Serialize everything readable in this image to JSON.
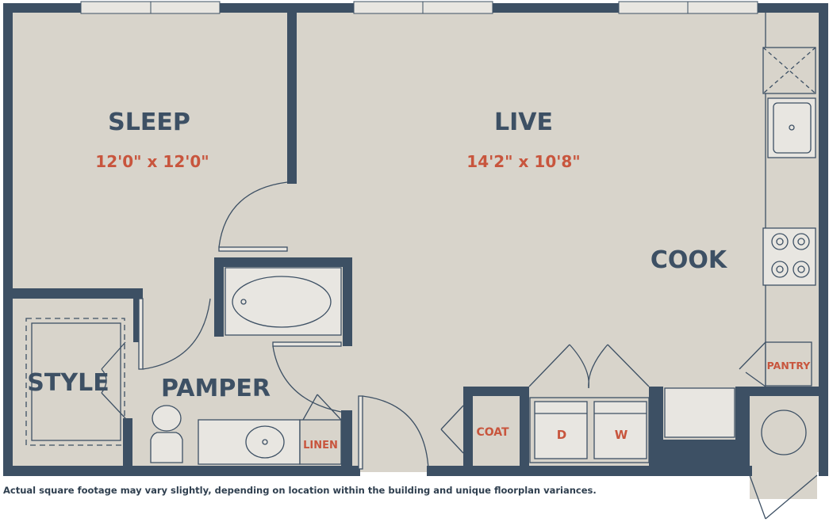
{
  "rooms": {
    "sleep": {
      "name": "SLEEP",
      "dims": "12'0\" x 12'0\""
    },
    "live": {
      "name": "LIVE",
      "dims": "14'2\" x 10'8\""
    },
    "cook": {
      "name": "COOK"
    },
    "style": {
      "name": "STYLE"
    },
    "pamper": {
      "name": "PAMPER"
    }
  },
  "fixtures": {
    "pantry": "PANTRY",
    "coat": "COAT",
    "linen": "LINEN",
    "dryer": "D",
    "washer": "W"
  },
  "disclaimer": "Actual square footage may vary slightly, depending on location within the building and unique floorplan variances.",
  "colors": {
    "floor": "#d8d4cb",
    "wall": "#3d5064",
    "accent": "#c8553d",
    "line": "#3d5064"
  }
}
